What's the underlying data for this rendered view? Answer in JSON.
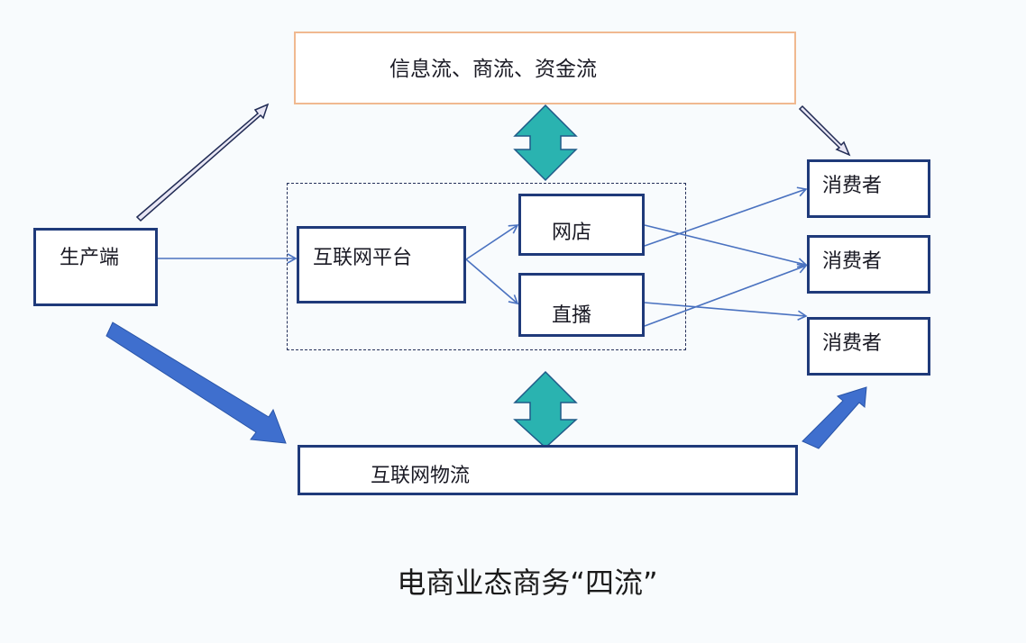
{
  "diagram": {
    "title": "电商业态商务“四流”",
    "top_box": {
      "label": "信息流、商流、资金流"
    },
    "producer": {
      "label": "生产端"
    },
    "platform": {
      "label": "互联网平台"
    },
    "channels": [
      {
        "id": "shop",
        "label": "网店"
      },
      {
        "id": "live",
        "label": "直播"
      }
    ],
    "consumers": [
      {
        "label": "消费者"
      },
      {
        "label": "消费者"
      },
      {
        "label": "消费者"
      }
    ],
    "logistics": {
      "label": "互联网物流"
    },
    "edges": [
      {
        "from": "producer",
        "to": "top_box",
        "style": "hollow-arrow"
      },
      {
        "from": "top_box",
        "to": "consumer-1",
        "style": "hollow-arrow"
      },
      {
        "from": "top_box",
        "to": "platform-group",
        "style": "double-block-arrow"
      },
      {
        "from": "logistics",
        "to": "platform-group",
        "style": "double-block-arrow"
      },
      {
        "from": "producer",
        "to": "platform",
        "style": "line-arrow"
      },
      {
        "from": "platform",
        "to": "shop",
        "style": "line-arrow"
      },
      {
        "from": "platform",
        "to": "live",
        "style": "line-arrow"
      },
      {
        "from": "shop",
        "to": "consumer-1",
        "style": "line-arrow"
      },
      {
        "from": "shop",
        "to": "consumer-2",
        "style": "line-arrow"
      },
      {
        "from": "live",
        "to": "consumer-2",
        "style": "line-arrow"
      },
      {
        "from": "live",
        "to": "consumer-3",
        "style": "line-arrow"
      },
      {
        "from": "producer",
        "to": "logistics",
        "style": "block-arrow"
      },
      {
        "from": "logistics",
        "to": "consumer-3",
        "style": "block-arrow"
      }
    ],
    "colors": {
      "box_border": "#1f3a7a",
      "top_box_border": "#f0b990",
      "connector": "#4a72c0",
      "double_arrow_fill": "#2ab3b0",
      "block_arrow_fill": "#3f6fce"
    }
  }
}
